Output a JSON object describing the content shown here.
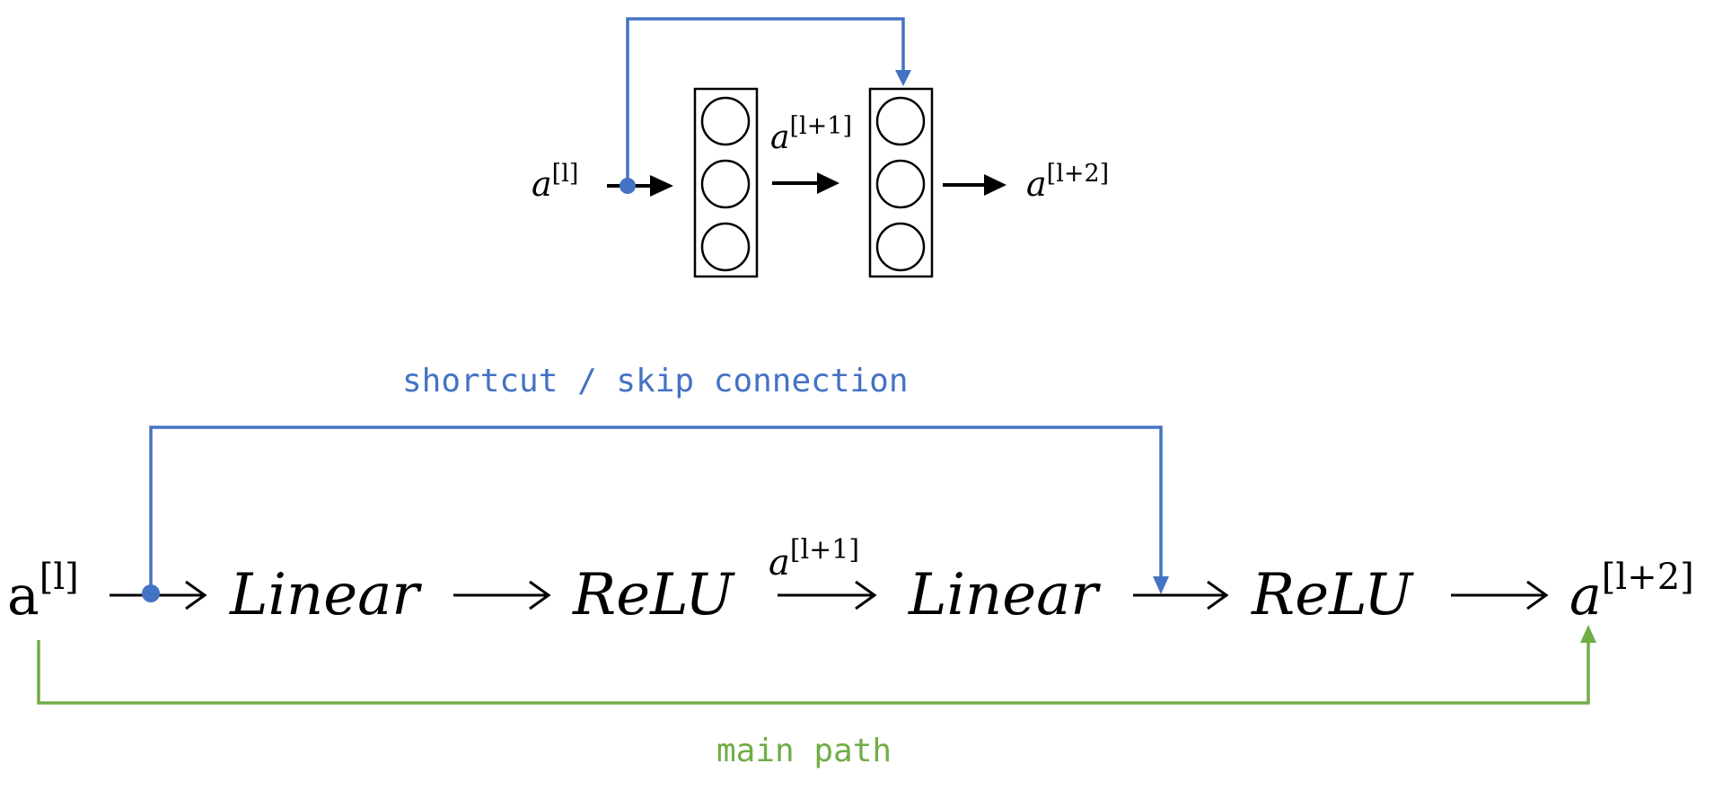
{
  "colors": {
    "skip": "#4472C4",
    "main": "#70AD47",
    "ink": "#000000"
  },
  "top_diagram": {
    "input": {
      "base": "a",
      "sup": "[l]"
    },
    "hidden": {
      "base": "a",
      "sup": "[l+1]"
    },
    "output": {
      "base": "a",
      "sup": "[l+2]"
    },
    "neurons_per_layer": 3
  },
  "bottom_diagram": {
    "input": {
      "base": "a",
      "sup": "[l]"
    },
    "steps": [
      "Linear",
      "ReLU",
      "Linear",
      "ReLU"
    ],
    "between_label": {
      "base": "a",
      "sup": "[l+1]"
    },
    "output": {
      "base": "a",
      "sup": "[l+2]"
    },
    "skip_label": "shortcut / skip connection",
    "main_label": "main path"
  }
}
